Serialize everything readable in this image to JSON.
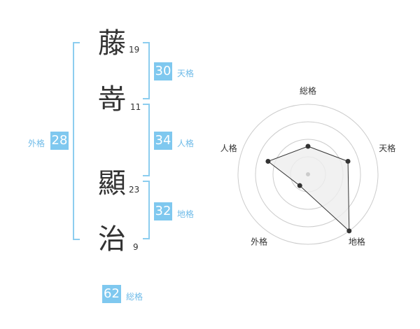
{
  "name": {
    "chars": [
      {
        "char": "藤",
        "strokes": "19"
      },
      {
        "char": "嵜",
        "strokes": "11"
      },
      {
        "char": "顯",
        "strokes": "23"
      },
      {
        "char": "治",
        "strokes": "9"
      }
    ]
  },
  "scores": {
    "tenkaku": {
      "value": "30",
      "label": "天格"
    },
    "jinkaku": {
      "value": "34",
      "label": "人格"
    },
    "chikaku": {
      "value": "32",
      "label": "地格"
    },
    "gaikaku": {
      "value": "28",
      "label": "外格"
    },
    "soukaku": {
      "value": "62",
      "label": "総格"
    }
  },
  "chart_data": {
    "type": "radar",
    "categories": [
      "総格",
      "天格",
      "地格",
      "外格",
      "人格"
    ],
    "values": [
      2,
      3,
      5,
      1,
      3
    ],
    "rings": 4,
    "max": 5,
    "colors": {
      "fill": "#eeeeee",
      "line": "#333333",
      "point": "#333333",
      "grid": "#cccccc"
    }
  }
}
